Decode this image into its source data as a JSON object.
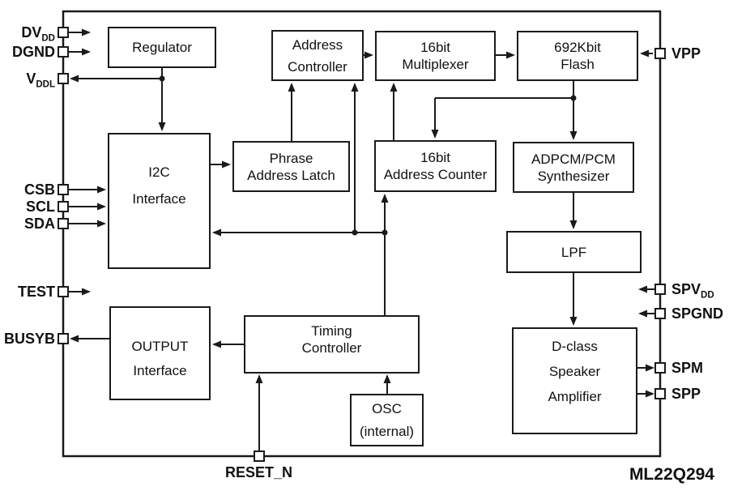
{
  "diagram": {
    "part_number": "ML22Q294",
    "blocks": {
      "regulator": {
        "lines": [
          "Regulator"
        ]
      },
      "address_controller": {
        "lines": [
          "Address",
          "Controller"
        ]
      },
      "multiplexer_16bit": {
        "lines": [
          "16bit",
          "Multiplexer"
        ]
      },
      "flash_692kbit": {
        "lines": [
          "692Kbit",
          "Flash"
        ]
      },
      "i2c_interface": {
        "lines": [
          "I2C",
          "Interface"
        ]
      },
      "phrase_address_latch": {
        "lines": [
          "Phrase",
          "Address Latch"
        ]
      },
      "address_counter_16bit": {
        "lines": [
          "16bit",
          "Address Counter"
        ]
      },
      "adpcm_pcm_synthesizer": {
        "lines": [
          "ADPCM/PCM",
          "Synthesizer"
        ]
      },
      "lpf": {
        "lines": [
          "LPF"
        ]
      },
      "output_interface": {
        "lines": [
          "OUTPUT",
          "Interface"
        ]
      },
      "timing_controller": {
        "lines": [
          "Timing",
          "Controller"
        ]
      },
      "osc_internal": {
        "lines": [
          "OSC",
          "(internal)"
        ]
      },
      "d_class_speaker_amplifier": {
        "lines": [
          "D-class",
          "Speaker",
          "Amplifier"
        ]
      }
    },
    "pins": {
      "dvdd": {
        "main": "DV",
        "sub": "DD"
      },
      "dgnd": {
        "main": "DGND",
        "sub": ""
      },
      "vddl": {
        "main": "V",
        "sub": "DDL"
      },
      "csb": {
        "main": "CSB",
        "sub": ""
      },
      "scl": {
        "main": "SCL",
        "sub": ""
      },
      "sda": {
        "main": "SDA",
        "sub": ""
      },
      "test": {
        "main": "TEST",
        "sub": ""
      },
      "busyb": {
        "main": "BUSYB",
        "sub": ""
      },
      "vpp": {
        "main": "VPP",
        "sub": ""
      },
      "spvdd": {
        "main": "SPV",
        "sub": "DD"
      },
      "spgnd": {
        "main": "SPGND",
        "sub": ""
      },
      "spm": {
        "main": "SPM",
        "sub": ""
      },
      "spp": {
        "main": "SPP",
        "sub": ""
      },
      "reset_n": {
        "main": "RESET_N",
        "sub": ""
      }
    },
    "colors": {
      "line": "#1a1a1a",
      "background": "#ffffff"
    }
  }
}
